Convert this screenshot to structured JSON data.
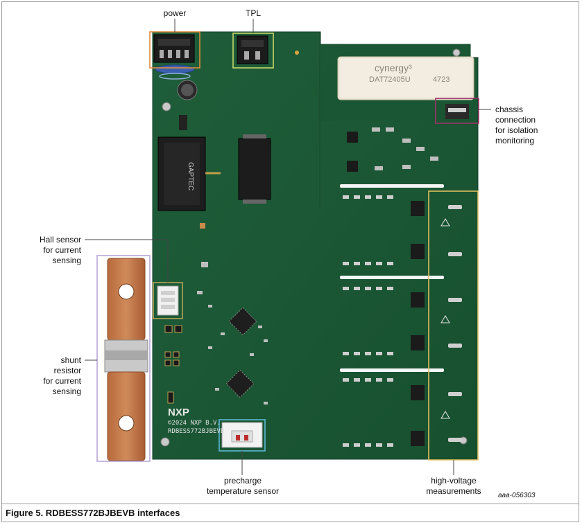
{
  "labels": {
    "power": "power",
    "tpl": "TPL",
    "chassis": [
      "chassis",
      "connection",
      "for isolation",
      "monitoring"
    ],
    "hall": [
      "Hall sensor",
      "for current",
      "sensing"
    ],
    "shunt": [
      "shunt",
      "resistor",
      "for current",
      "sensing"
    ],
    "precharge": [
      "precharge",
      "temperature sensor"
    ],
    "hv": [
      "high-voltage",
      "measurements"
    ]
  },
  "board": {
    "cap_brand": "cynergy³",
    "cap_part": "DAT72405U",
    "cap_code": "4723",
    "transformer_brand": "GAPTEC",
    "logo": "NXP",
    "copyright": "©2024 NXP B.V.",
    "board_name": "RDBESS772BJBEVB"
  },
  "colors": {
    "power": "#e08a3c",
    "tpl": "#c9d66a",
    "chassis": "#a0306a",
    "hall": "#b8a25a",
    "shunt": "#b7a6d6",
    "precharge": "#5bb8d6",
    "hv": "#e0c060"
  },
  "figure_id": "aaa-056303",
  "caption": "Figure 5.  RDBESS772BJBEVB interfaces"
}
